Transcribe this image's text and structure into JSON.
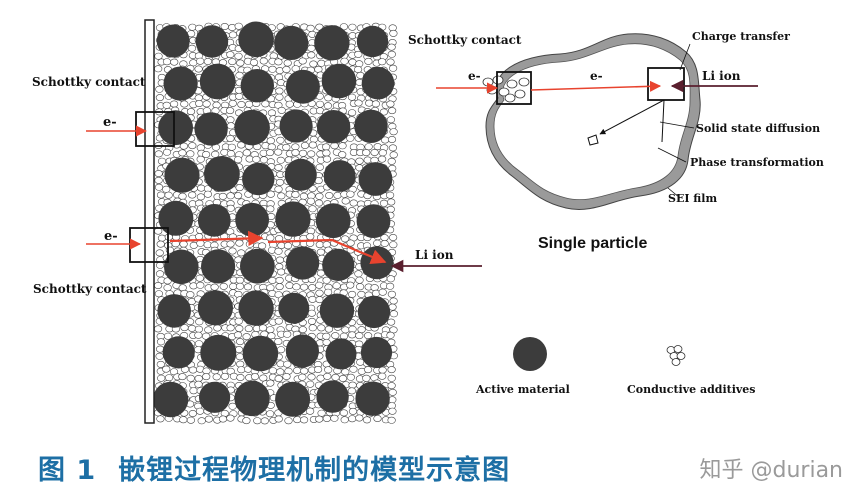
{
  "labels": {
    "schottky_top_left": "Schottky contact",
    "schottky_bottom_left": "Schottky contact",
    "schottky_particle": "Schottky contact",
    "electron_upper": "e-",
    "electron_lower": "e-",
    "electron_particle_1": "e-",
    "electron_particle_2": "e-",
    "li_ion_electrode": "Li ion",
    "charge_transfer": "Charge transfer",
    "li_ion_particle": "Li ion",
    "solid_state_diffusion": "Solid state diffusion",
    "phase_transformation": "Phase transformation",
    "sei_film": "SEI film",
    "single_particle": "Single particle",
    "legend_active": "Active material",
    "legend_conductive": "Conductive additives"
  },
  "caption": {
    "figure_number": "图 1",
    "text": "嵌锂过程物理机制的模型示意图"
  },
  "watermark": "知乎 @durian",
  "colors": {
    "particle": "#3c3c3c",
    "electron_arrow": "#e8432e",
    "ion_arrow": "#5a1f2e",
    "sei": "#9a9a9a",
    "caption": "#1d6fa5"
  }
}
